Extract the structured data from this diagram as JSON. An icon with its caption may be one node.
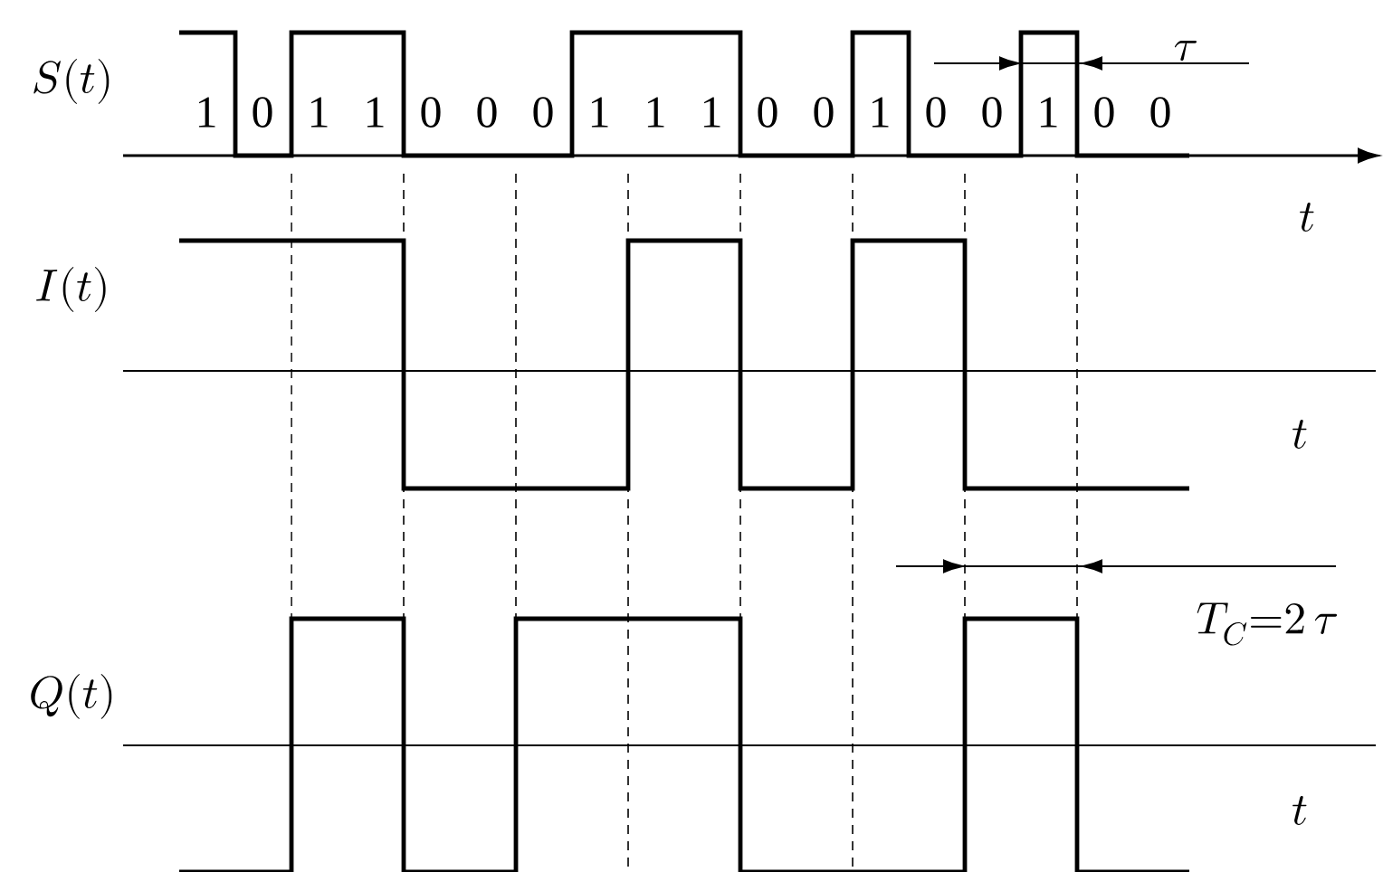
{
  "diagram": {
    "labels": [
      "\\tau",
      "S(t)",
      "1",
      "0",
      "1",
      "1",
      "0",
      "0",
      "0",
      "1",
      "1",
      "1",
      "0",
      "0",
      "1",
      "0",
      "0",
      "1",
      "0",
      "0",
      "t",
      "I(t)",
      "t",
      "T_C{=}2\\,\\tau",
      "Q(t)",
      "t"
    ]
  }
}
